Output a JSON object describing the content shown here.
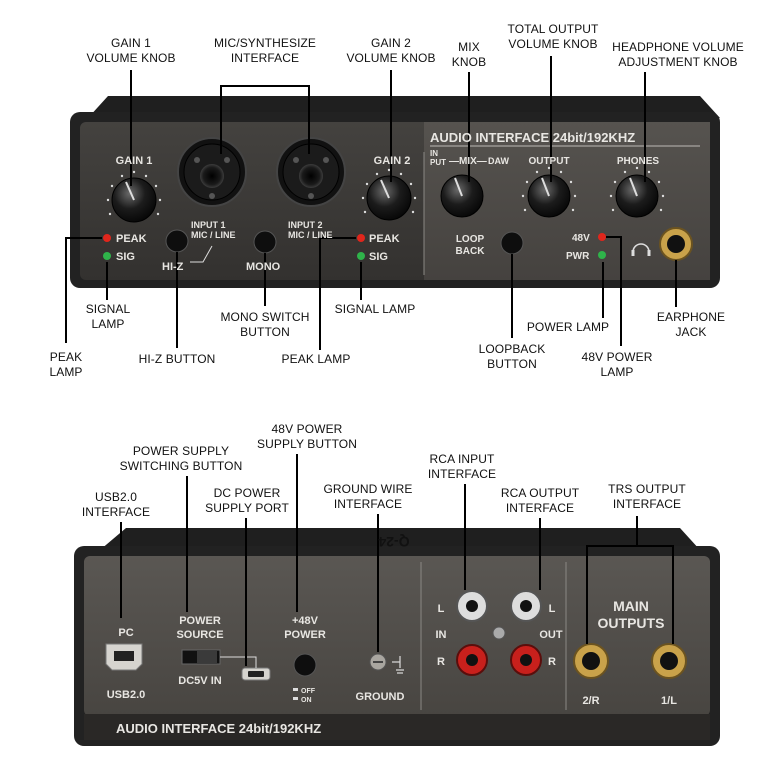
{
  "front_panel": {
    "header": "AUDIO INTERFACE  24bit/192KHZ",
    "gain1_label": "GAIN 1",
    "gain2_label": "GAIN 2",
    "peak_label": "PEAK",
    "sig_label": "SIG",
    "hiz_label": "HI-Z",
    "input1_label": "INPUT 1\nMIC / LINE",
    "input2_label": "INPUT 2\nMIC / LINE",
    "mono_label": "MONO",
    "in_put_label": "IN\nPUT",
    "mix_label": "—MIX—",
    "daw_label": "DAW",
    "output_label": "OUTPUT",
    "phones_label": "PHONES",
    "loopback_label": "LOOP\nBACK",
    "v48_label": "48V",
    "pwr_label": "PWR"
  },
  "rear_panel": {
    "top_badge": "Q-24",
    "pc_label": "PC",
    "usb_label": "USB2.0",
    "power_source_label": "POWER\nSOURCE",
    "dc5v_label": "DC5V IN",
    "p48_label": "+48V\nPOWER",
    "off_label": "OFF",
    "on_label": "ON",
    "ground_label": "GROUND",
    "rca_l1": "L",
    "rca_l2": "L",
    "rca_r1": "R",
    "rca_r2": "R",
    "in_label": "IN",
    "out_label": "OUT",
    "main_outputs_label": "MAIN\nOUTPUTS",
    "out2_label": "2/R",
    "out1_label": "1/L",
    "footer": "AUDIO INTERFACE  24bit/192KHZ"
  },
  "callouts": {
    "gain1": "GAIN 1\nVOLUME KNOB",
    "mic_synth": "MIC/SYNTHESIZE\nINTERFACE",
    "gain2": "GAIN 2\nVOLUME KNOB",
    "mix": "MIX\nKNOB",
    "total_output": "TOTAL OUTPUT\nVOLUME KNOB",
    "headphone": "HEADPHONE VOLUME\nADJUSTMENT KNOB",
    "signal_lamp_1": "SIGNAL\nLAMP",
    "peak_lamp_1": "PEAK\nLAMP",
    "hiz_button": "HI-Z BUTTON",
    "mono_switch": "MONO SWITCH\nBUTTON",
    "peak_lamp_2": "PEAK LAMP",
    "signal_lamp_2": "SIGNAL LAMP",
    "loopback_button": "LOOPBACK\nBUTTON",
    "power_lamp": "POWER LAMP",
    "v48_power_lamp": "48V POWER\nLAMP",
    "earphone_jack": "EARPHONE\nJACK",
    "usb20": "USB2.0\nINTERFACE",
    "power_supply_switch": "POWER SUPPLY\nSWITCHING BUTTON",
    "dc_power": "DC POWER\nSUPPLY PORT",
    "v48_button": "48V POWER\nSUPPLY BUTTON",
    "ground_wire": "GROUND WIRE\nINTERFACE",
    "rca_input": "RCA INPUT\nINTERFACE",
    "rca_output": "RCA OUTPUT\nINTERFACE",
    "trs_output": "TRS OUTPUT\nINTERFACE"
  },
  "colors": {
    "chassis": "#2b2b2b",
    "panel_left": "#3a3836",
    "panel_right": "#4a4845",
    "led_red": "#e0261c",
    "led_green": "#2fb34a",
    "rca_red": "#c8201c",
    "gold": "#c9a24a"
  }
}
